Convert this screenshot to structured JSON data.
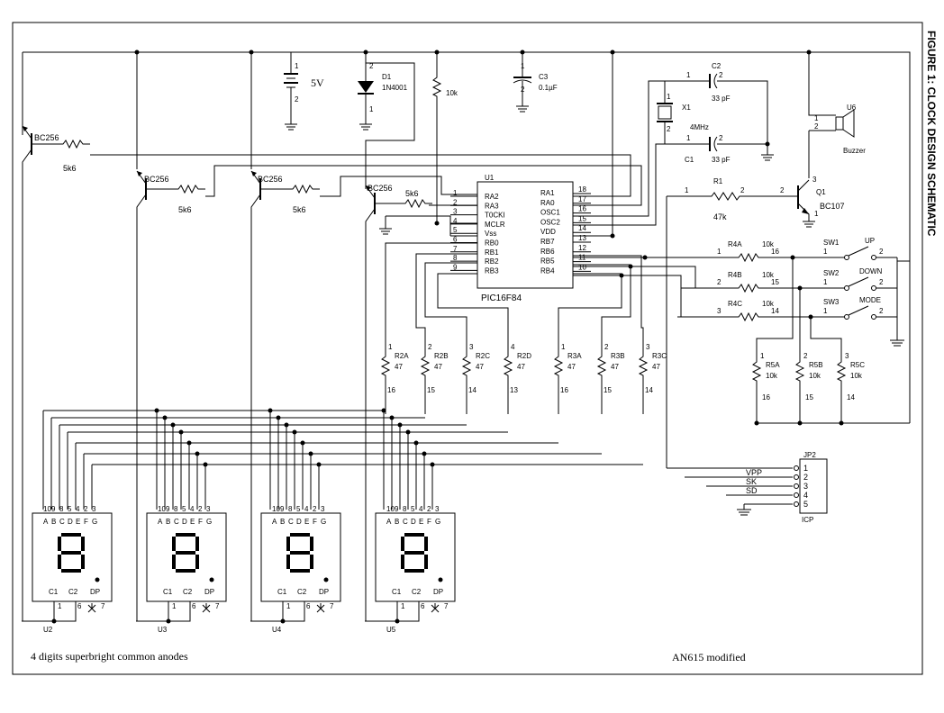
{
  "figure_title": "FIGURE 1:    CLOCK DESIGN SCHEMATIC",
  "footer_left": "4 digits superbright common anodes",
  "footer_right": "AN615 modified",
  "mcu": {
    "ref": "U1",
    "part": "PIC16F84",
    "left_pins": [
      {
        "num": "1",
        "name": "RA2"
      },
      {
        "num": "2",
        "name": "RA3"
      },
      {
        "num": "3",
        "name": "T0CKI"
      },
      {
        "num": "4",
        "name": "MCLR"
      },
      {
        "num": "5",
        "name": "Vss"
      },
      {
        "num": "6",
        "name": "RB0"
      },
      {
        "num": "7",
        "name": "RB1"
      },
      {
        "num": "8",
        "name": "RB2"
      },
      {
        "num": "9",
        "name": "RB3"
      }
    ],
    "right_pins": [
      {
        "num": "18",
        "name": "RA1"
      },
      {
        "num": "17",
        "name": "RA0"
      },
      {
        "num": "16",
        "name": "OSC1"
      },
      {
        "num": "15",
        "name": "OSC2"
      },
      {
        "num": "14",
        "name": "VDD"
      },
      {
        "num": "13",
        "name": "RB7"
      },
      {
        "num": "12",
        "name": "RB6"
      },
      {
        "num": "11",
        "name": "RB5"
      },
      {
        "num": "10",
        "name": "RB4"
      }
    ]
  },
  "power": {
    "battery_label": "5V",
    "diode_ref": "D1",
    "diode_part": "1N4001",
    "pullup_value": "10k",
    "cap3_ref": "C3",
    "cap3_value": "0.1µF"
  },
  "oscillator": {
    "crystal_ref": "X1",
    "crystal_value": "4MHz",
    "c1_ref": "C1",
    "c1_value": "33 pF",
    "c2_ref": "C2",
    "c2_value": "33 pF"
  },
  "buzzer": {
    "ref": "U6",
    "name": "Buzzer",
    "r1_ref": "R1",
    "r1_value": "47k",
    "transistor_ref": "Q1",
    "transistor_part": "BC107"
  },
  "drivers": [
    {
      "part": "BC256",
      "res": "5k6"
    },
    {
      "part": "BC256",
      "res": "5k6"
    },
    {
      "part": "BC256",
      "res": "5k6"
    },
    {
      "part": "BC256",
      "res": "5k6"
    }
  ],
  "switches": [
    {
      "ref": "SW1",
      "label": "UP",
      "res_ref": "R4A",
      "res_value": "10k",
      "pin_a": "1",
      "pin_b": "16"
    },
    {
      "ref": "SW2",
      "label": "DOWN",
      "res_ref": "R4B",
      "res_value": "10k",
      "pin_a": "2",
      "pin_b": "15"
    },
    {
      "ref": "SW3",
      "label": "MODE",
      "res_ref": "R4C",
      "res_value": "10k",
      "pin_a": "3",
      "pin_b": "14"
    }
  ],
  "pulldowns": [
    {
      "ref": "R5A",
      "value": "10k",
      "pin_top": "1",
      "pin_bot": "16"
    },
    {
      "ref": "R5B",
      "value": "10k",
      "pin_top": "2",
      "pin_bot": "15"
    },
    {
      "ref": "R5C",
      "value": "10k",
      "pin_top": "3",
      "pin_bot": "14"
    }
  ],
  "seg_resistors": [
    {
      "ref": "R2A",
      "value": "47",
      "pin_top": "1",
      "pin_bot": "16"
    },
    {
      "ref": "R2B",
      "value": "47",
      "pin_top": "2",
      "pin_bot": "15"
    },
    {
      "ref": "R2C",
      "value": "47",
      "pin_top": "3",
      "pin_bot": "14"
    },
    {
      "ref": "R2D",
      "value": "47",
      "pin_top": "4",
      "pin_bot": "13"
    },
    {
      "ref": "R3A",
      "value": "47",
      "pin_top": "1",
      "pin_bot": "16"
    },
    {
      "ref": "R3B",
      "value": "47",
      "pin_top": "2",
      "pin_bot": "15"
    },
    {
      "ref": "R3C",
      "value": "47",
      "pin_top": "3",
      "pin_bot": "14"
    }
  ],
  "icp": {
    "ref": "JP2",
    "name": "ICP",
    "pins": [
      "1",
      "2",
      "3",
      "4",
      "5"
    ],
    "signals": [
      "VPP",
      "SK",
      "SD"
    ]
  },
  "display": {
    "digits": [
      "U2",
      "U3",
      "U4",
      "U5"
    ],
    "top_pins": [
      "10",
      "9",
      "8",
      "5",
      "4",
      "2",
      "3"
    ],
    "segments": [
      "A",
      "B",
      "C",
      "D",
      "E",
      "F",
      "G"
    ],
    "bottom_labels": [
      "C1",
      "C2",
      "DP"
    ],
    "bottom_pins": [
      "1",
      "6",
      "7"
    ]
  }
}
